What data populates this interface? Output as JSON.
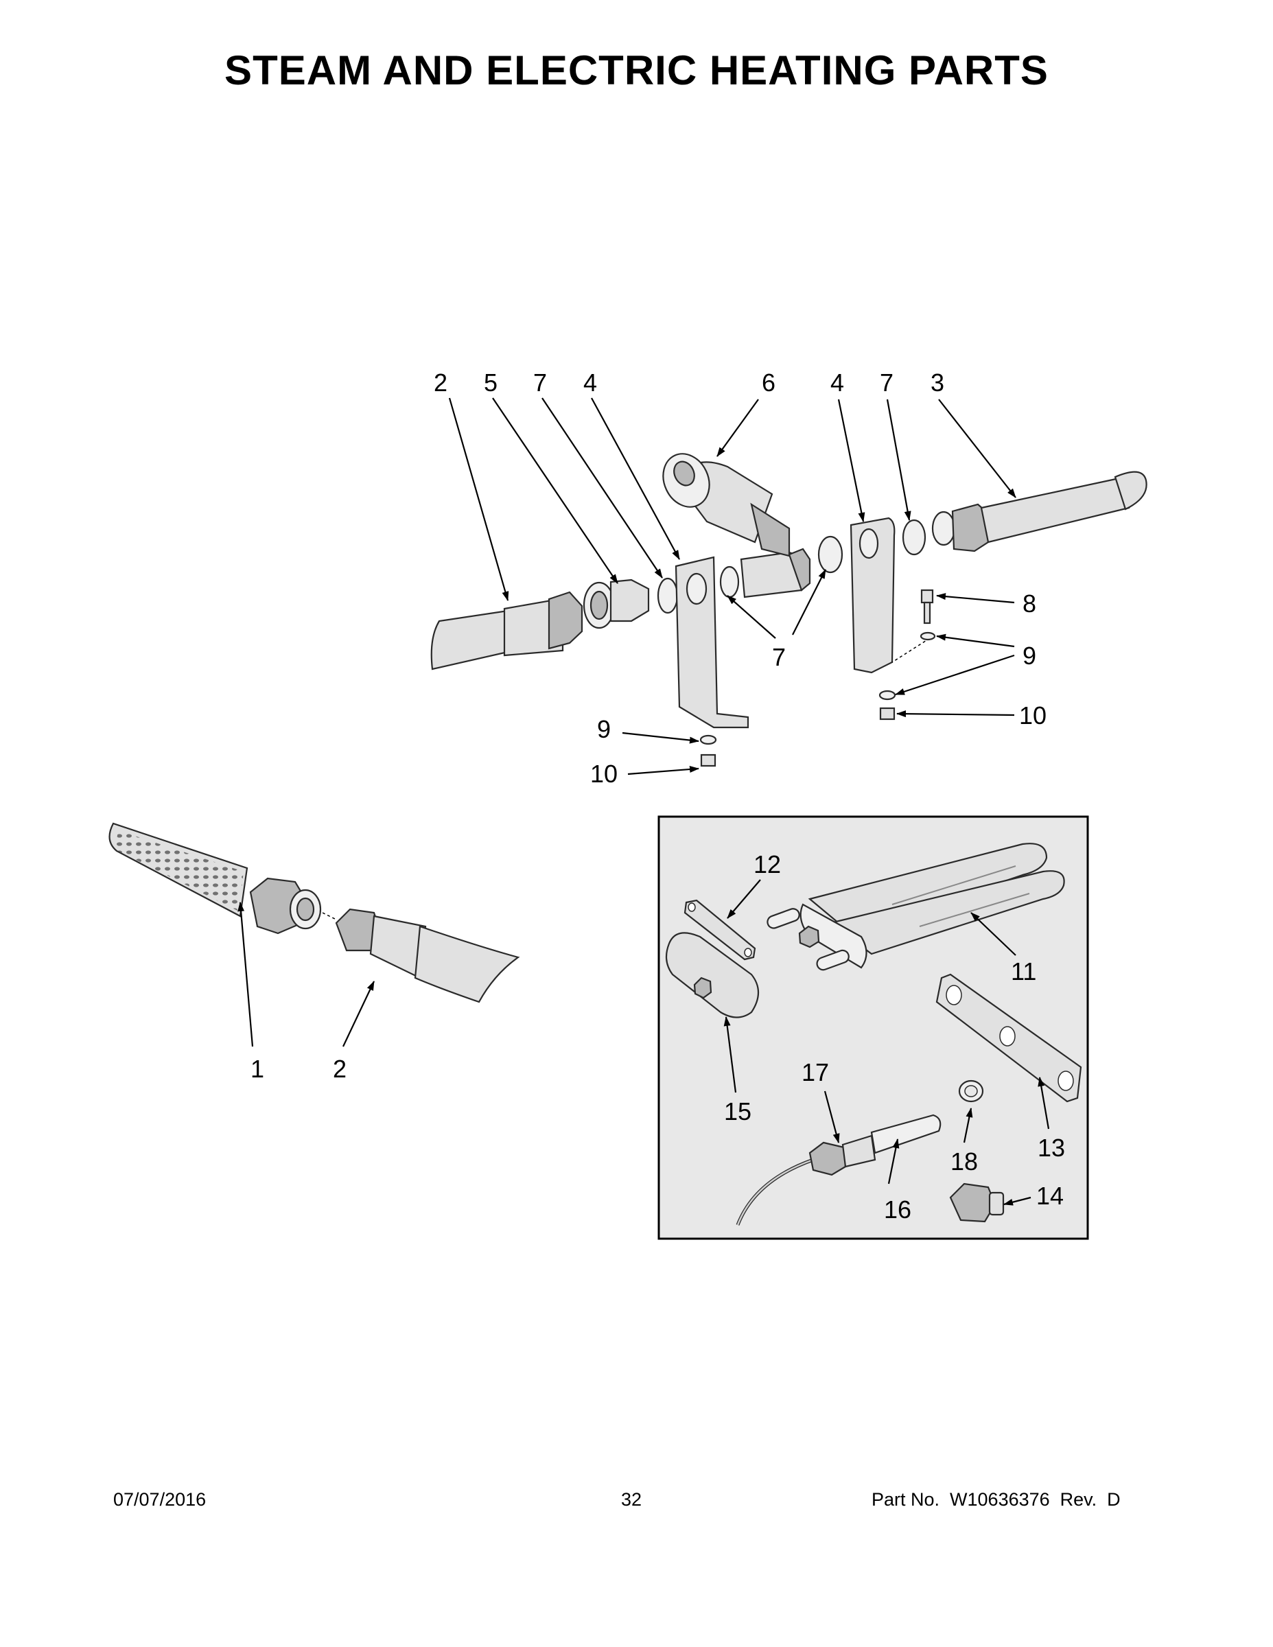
{
  "page": {
    "title": "STEAM AND ELECTRIC HEATING PARTS",
    "footer_date": "07/07/2016",
    "footer_page": "32",
    "footer_part": "Part No.  W10636376  Rev.  D"
  },
  "callouts": {
    "top_2a": "2",
    "top_5": "5",
    "top_7a": "7",
    "top_4a": "4",
    "top_6": "6",
    "top_4b": "4",
    "top_7b": "7",
    "top_3": "3",
    "mid_8": "8",
    "mid_9r": "9",
    "mid_10r": "10",
    "mid_7": "7",
    "mid_9l": "9",
    "mid_10l": "10",
    "left_1": "1",
    "left_2": "2",
    "box_12": "12",
    "box_11": "11",
    "box_15": "15",
    "box_17": "17",
    "box_13": "13",
    "box_18": "18",
    "box_16": "16",
    "box_14": "14"
  },
  "colors": {
    "part_fill": "#e1e1e1",
    "part_dark": "#b9b9b9",
    "box_bg": "#e8e8e8",
    "stroke": "#2a2a2a"
  }
}
